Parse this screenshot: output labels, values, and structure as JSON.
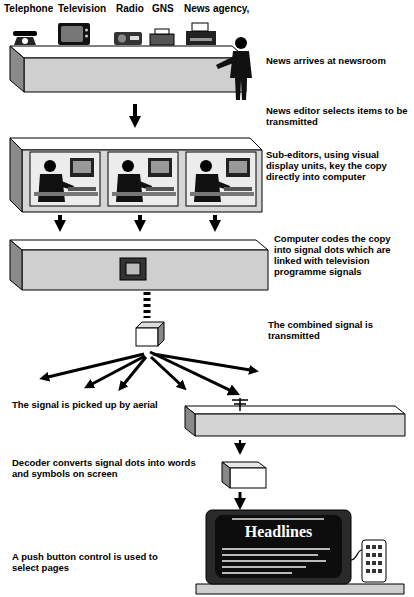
{
  "diagram": {
    "nodes": [
      {
        "text": [
          "News arrives at newsroom"
        ]
      },
      {
        "text": [
          "Sub-editors, using visual display units, key the copy directly into computer"
        ]
      },
      {
        "text": [
          "Computer codes the copy into signal dots which are linked with television programme signals"
        ]
      },
      {
        "text": [
          "The combined signal is transmitted"
        ]
      },
      {
        "text": [
          "The signal is picked up by aerial"
        ]
      },
      {
        "text": [
          "Decoder converts signal dots into words and symbols on screen"
        ]
      },
      {
        "text": [
          "A push button control is used to select pages"
        ]
      },
      {
        "text": [
          "Headlines"
        ],
        "in": 6
      }
    ],
    "edges": [
      {
        "from": 0,
        "to": 1,
        "arrow": "to",
        "label": "News editor selects items to be transmitted"
      },
      {
        "from": 1,
        "to": 2,
        "arrow": "to"
      },
      {
        "from": 1,
        "to": 2,
        "arrow": "to"
      },
      {
        "from": 1,
        "to": 2,
        "arrow": "to"
      },
      {
        "from": 2,
        "to": 3,
        "arrow": "none"
      },
      {
        "from": 3,
        "to": 4,
        "arrow": "to"
      },
      {
        "from": 4,
        "to": 5,
        "arrow": "to"
      },
      {
        "from": 5,
        "to": 7,
        "arrow": "to"
      }
    ],
    "labels": [
      "Telephone",
      "Television",
      "Radio",
      "GNS",
      "News agency,"
    ]
  }
}
